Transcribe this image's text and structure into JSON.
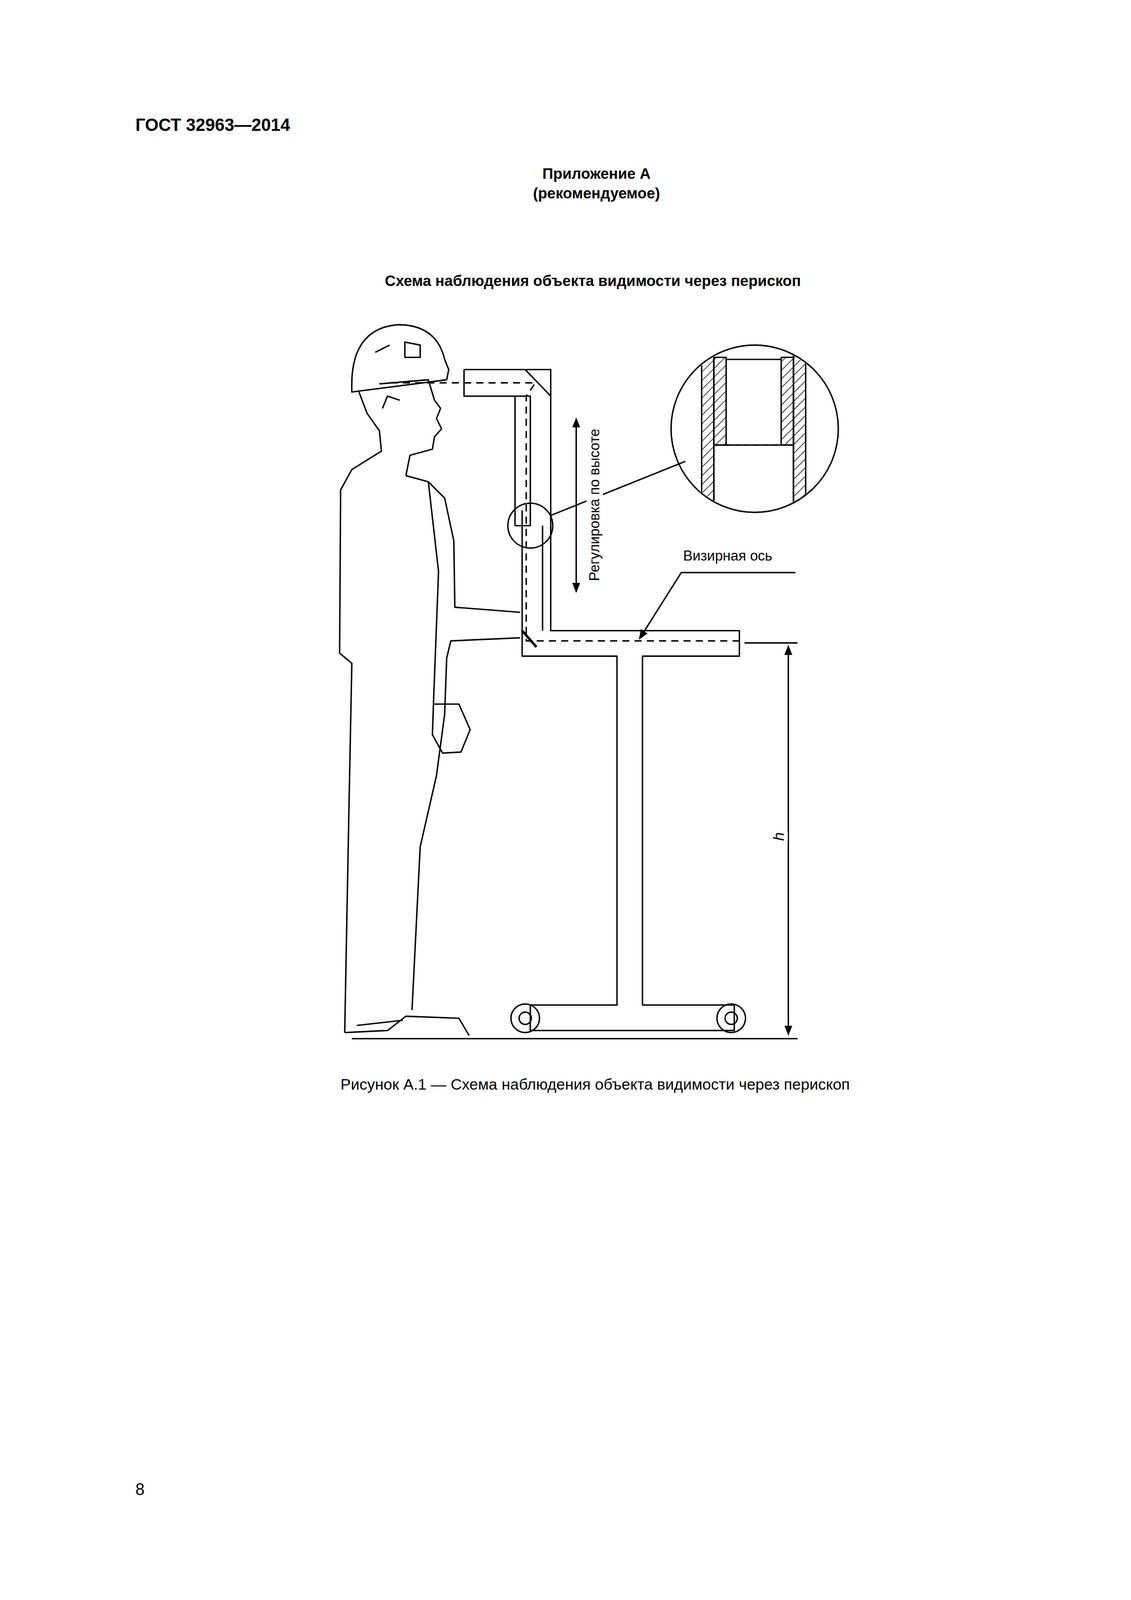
{
  "diagram": {
    "title": "Схема наблюдения объекта видимости через перископ",
    "caption": "Рисунок А.1 — Схема наблюдения объекта видимости через перископ",
    "labels": [
      "ГОСТ 32963—2014",
      "Приложение А",
      "(рекомендуемое)",
      "Регулировка по высоте",
      "Визирная ось",
      "h",
      "8"
    ]
  }
}
